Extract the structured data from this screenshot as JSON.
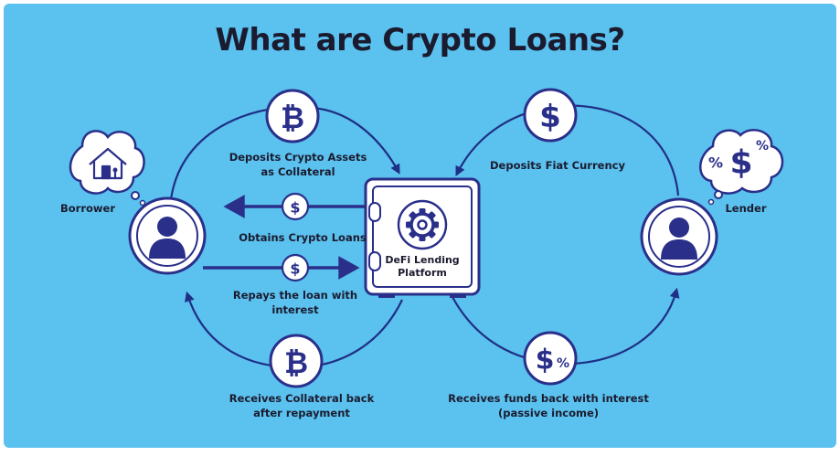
{
  "title": "What are Crypto Loans?",
  "colors": {
    "background": "#5bc1ee",
    "navy": "#2a2f8a",
    "line": "#1f2f85",
    "white": "#ffffff",
    "text": "#1b1b2f"
  },
  "nodes": {
    "borrower": {
      "label": "Borrower",
      "icon": "person-icon"
    },
    "lender": {
      "label": "Lender",
      "icon": "person-icon"
    },
    "platform": {
      "label": "DeFi Lending\nPlatform",
      "icon": "gear-icon"
    },
    "borrower_thought": {
      "icon": "house-icon"
    },
    "lender_thought": {
      "icon": "dollar-percent-icon",
      "percent": "%",
      "dollar": "$"
    }
  },
  "steps": {
    "deposit_crypto": {
      "label": "Deposits Crypto Assets\nas Collateral",
      "icon": "bitcoin-icon"
    },
    "obtain_loans": {
      "label": "Obtains Crypto Loans",
      "icon": "dollar-icon"
    },
    "repay_loan": {
      "label": "Repays the loan with\ninterest",
      "icon": "dollar-icon"
    },
    "receive_collateral": {
      "label": "Receives Collateral back\nafter repayment",
      "icon": "bitcoin-icon"
    },
    "deposit_fiat": {
      "label": "Deposits Fiat Currency",
      "icon": "dollar-icon"
    },
    "receive_funds": {
      "label": "Receives funds back with interest\n(passive income)",
      "icon": "dollar-percent-icon"
    }
  },
  "glyphs": {
    "bitcoin": "₿",
    "dollar": "$",
    "percent": "%"
  }
}
